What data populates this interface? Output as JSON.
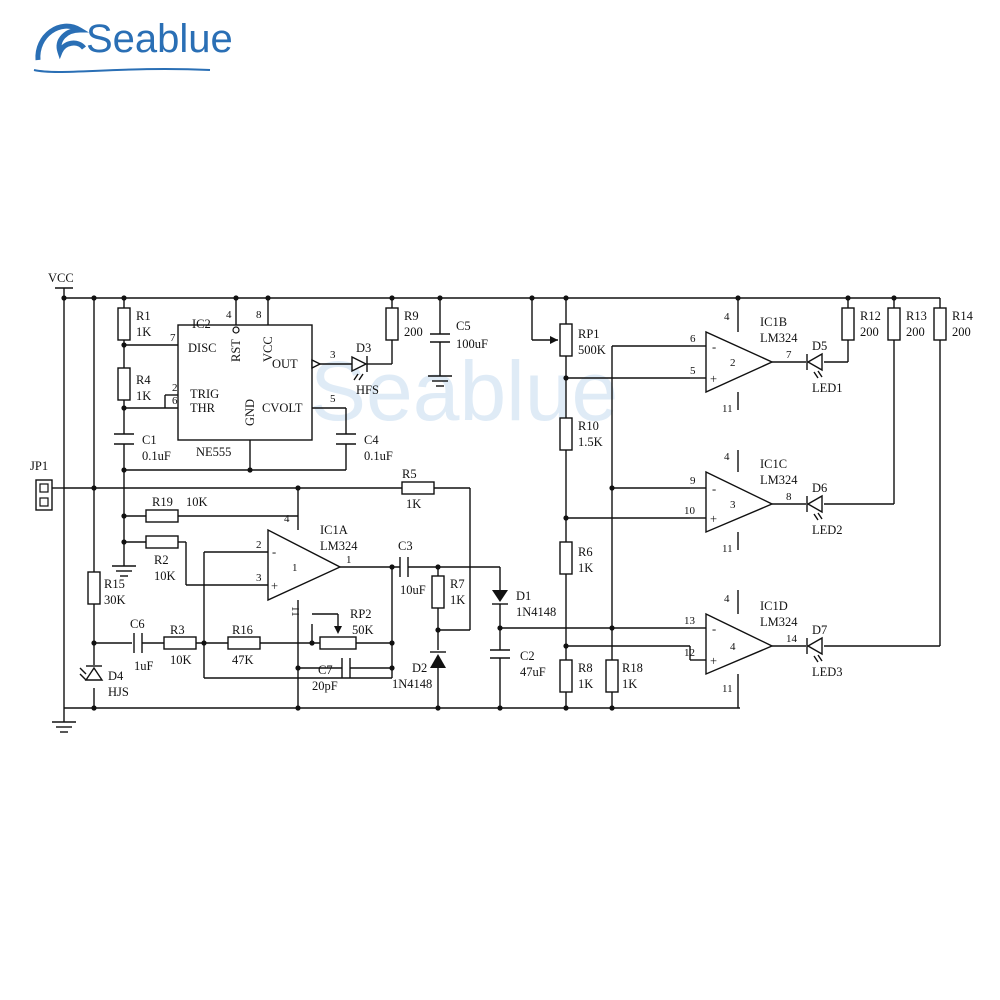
{
  "brand": {
    "name": "Seablue",
    "watermark": "Seablue",
    "color": "#2a6fb5"
  },
  "labels": {
    "vcc": "VCC",
    "jp1": "JP1",
    "r1": "R1",
    "r1_val": "1K",
    "r4": "R4",
    "r4_val": "1K",
    "c1": "C1",
    "c1_val": "0.1uF",
    "ic2": "IC2",
    "disc": "DISC",
    "trig": "TRIG",
    "thr": "THR",
    "rst": "RST",
    "vcc_pin": "VCC",
    "out": "OUT",
    "gnd": "GND",
    "cvolt": "CVOLT",
    "ne555": "NE555",
    "c4": "C4",
    "c4_val": "0.1uF",
    "d3": "D3",
    "d3_val": "HFS",
    "r9": "R9",
    "r9_val": "200",
    "c5": "C5",
    "c5_val": "100uF",
    "r5": "R5",
    "r5_val": "1K",
    "r19": "R19",
    "r19_val": "10K",
    "r2": "R2",
    "r2_val": "10K",
    "ic1a": "IC1A",
    "ic1a_part": "LM324",
    "c3": "C3",
    "c3_val": "10uF",
    "r7": "R7",
    "r7_val": "1K",
    "d1": "D1",
    "d1_val": "1N4148",
    "rp2": "RP2",
    "rp2_val": "50K",
    "r15": "R15",
    "r15_val": "30K",
    "c6": "C6",
    "c6_val": "1uF",
    "r3": "R3",
    "r3_val": "10K",
    "r16": "R16",
    "r16_val": "47K",
    "c7": "C7",
    "c7_val": "20pF",
    "d2": "D2",
    "d2_val": "1N4148",
    "c2": "C2",
    "c2_val": "47uF",
    "d4": "D4",
    "d4_val": "HJS",
    "rp1": "RP1",
    "rp1_val": "500K",
    "r10": "R10",
    "r10_val": "1.5K",
    "r6": "R6",
    "r6_val": "1K",
    "r8": "R8",
    "r8_val": "1K",
    "r18": "R18",
    "r18_val": "1K",
    "ic1b": "IC1B",
    "ic1b_part": "LM324",
    "ic1c": "IC1C",
    "ic1c_part": "LM324",
    "ic1d": "IC1D",
    "ic1d_part": "LM324",
    "d5": "D5",
    "led1": "LED1",
    "d6": "D6",
    "led2": "LED2",
    "d7": "D7",
    "led3": "LED3",
    "r12": "R12",
    "r12_val": "200",
    "r13": "R13",
    "r13_val": "200",
    "r14": "R14",
    "r14_val": "200"
  },
  "pins": {
    "ic2_p4": "4",
    "ic2_p8": "8",
    "ic2_p7": "7",
    "ic2_p2": "2",
    "ic2_p6": "6",
    "ic2_p3": "3",
    "ic2_p5": "5",
    "a_p2": "2",
    "a_p3": "3",
    "a_p1": "1",
    "a_p4": "4",
    "a_p11": "11",
    "a_num": "1",
    "b_p6": "6",
    "b_p5": "5",
    "b_p7": "7",
    "b_p4": "4",
    "b_p11": "11",
    "b_num": "2",
    "c_p9": "9",
    "c_p10": "10",
    "c_p8": "8",
    "c_p4": "4",
    "c_p11": "11",
    "c_num": "3",
    "d_p13": "13",
    "d_p12": "12",
    "d_p14": "14",
    "d_p4": "4",
    "d_p11": "11",
    "d_num": "4",
    "minus": "-",
    "plus": "+"
  }
}
